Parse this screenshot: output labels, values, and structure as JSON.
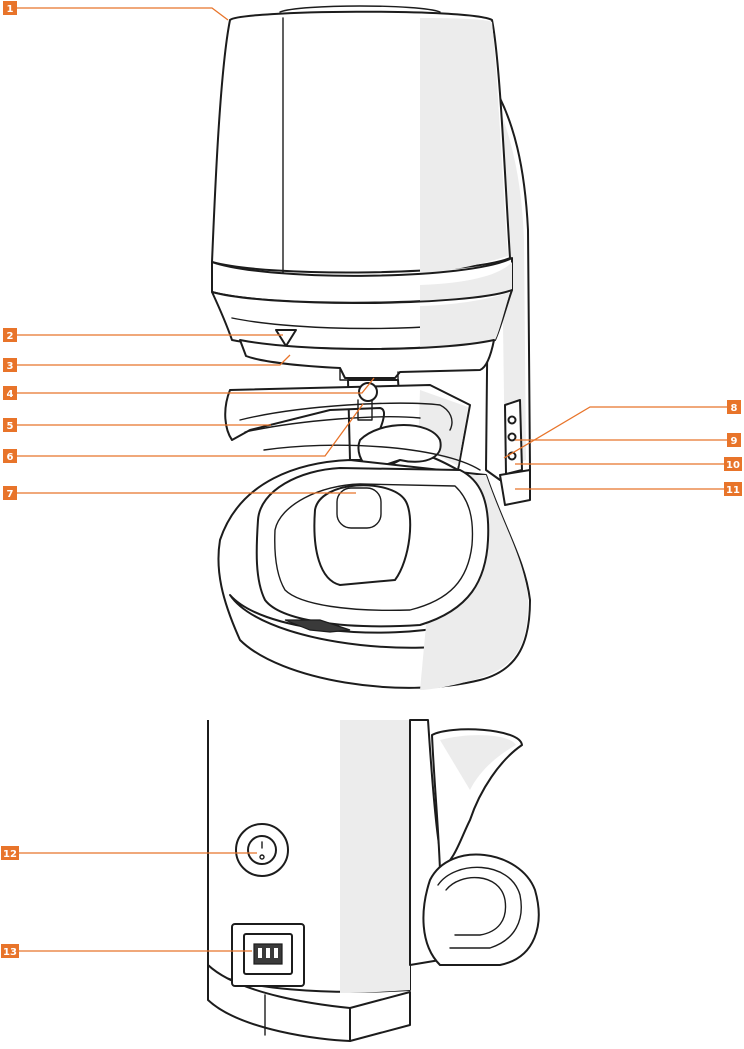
{
  "callouts": [
    {
      "num": "1"
    },
    {
      "num": "2"
    },
    {
      "num": "3"
    },
    {
      "num": "4"
    },
    {
      "num": "5"
    },
    {
      "num": "6"
    },
    {
      "num": "7"
    },
    {
      "num": "8"
    },
    {
      "num": "9"
    },
    {
      "num": "10"
    },
    {
      "num": "11"
    },
    {
      "num": "12"
    },
    {
      "num": "13"
    }
  ],
  "colors": {
    "callout_orange": "#e8742a",
    "outline": "#1c1c1c",
    "shade": "#ececec"
  },
  "views": [
    "front-view",
    "rear-view"
  ]
}
